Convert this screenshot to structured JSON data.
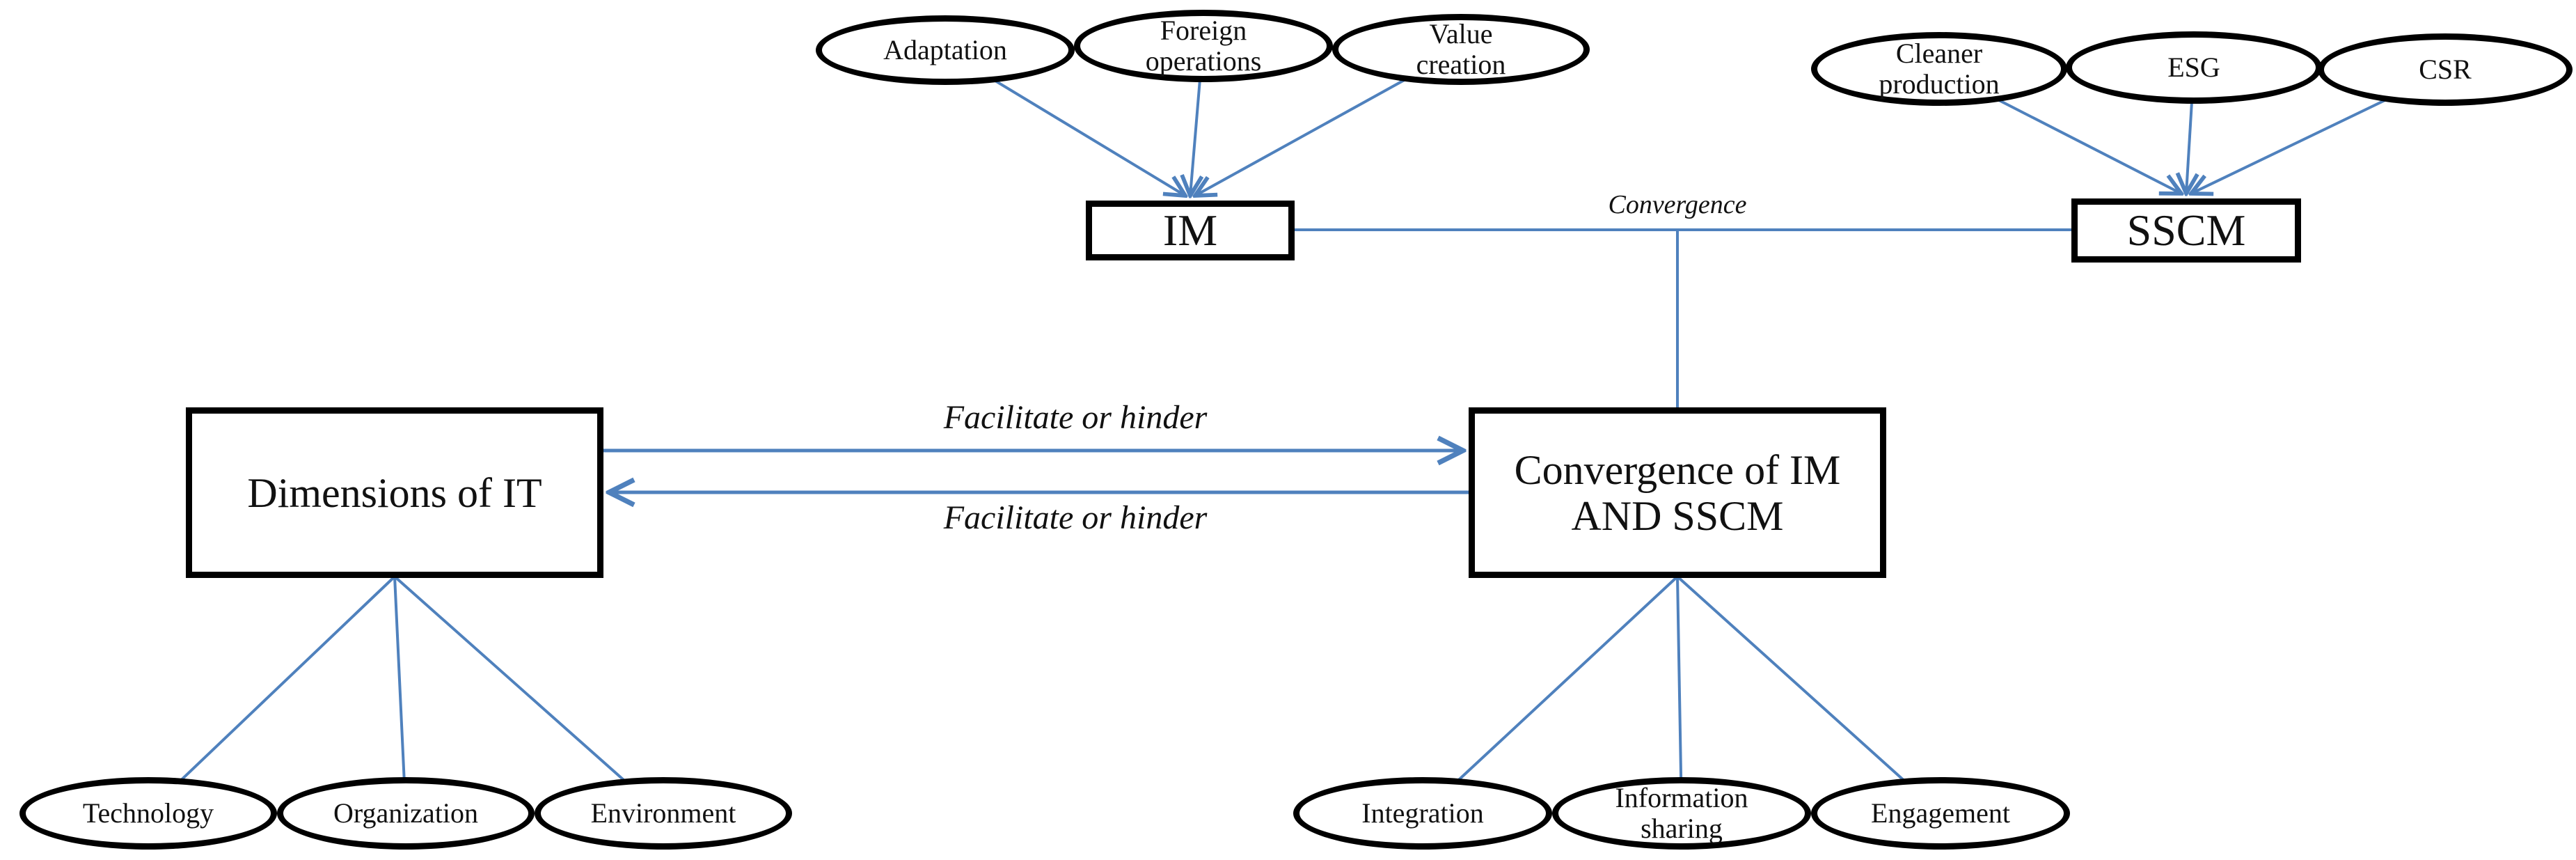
{
  "figure": {
    "clusters": {
      "im": {
        "box_label": "IM",
        "ellipses": [
          "Adaptation",
          "Foreign\noperations",
          "Value\ncreation"
        ]
      },
      "sscm": {
        "box_label": "SSCM",
        "ellipses": [
          "Cleaner\nproduction",
          "ESG",
          "CSR"
        ]
      },
      "it": {
        "box_label": "Dimensions of IT",
        "ellipses": [
          "Technology",
          "Organization",
          "Environment"
        ]
      },
      "convergence": {
        "box_label": "Convergence of IM\nAND SSCM",
        "ellipses": [
          "Integration",
          "Information\nsharing",
          "Engagement"
        ]
      }
    },
    "edge_labels": {
      "convergence": "Convergence",
      "facilitate_top": "Facilitate or hinder",
      "facilitate_bottom": "Facilitate or hinder"
    },
    "colors": {
      "connector_blue": "#4f81bd",
      "shape_border_black": "#000000",
      "text": "#111111",
      "background": "#ffffff"
    }
  }
}
